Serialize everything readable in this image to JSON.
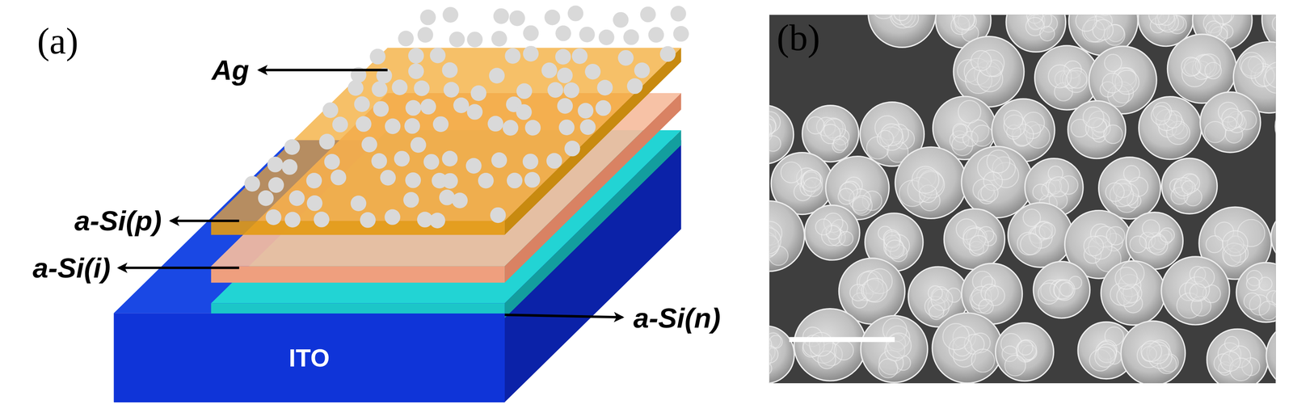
{
  "diagram": {
    "nodes": [
      {
        "text": [
          "ITO"
        ]
      }
    ],
    "labels": [
      "(a)",
      "Ag",
      "a-Si(p)",
      "a-Si(i)",
      "a-Si(n)",
      "(b)"
    ]
  }
}
